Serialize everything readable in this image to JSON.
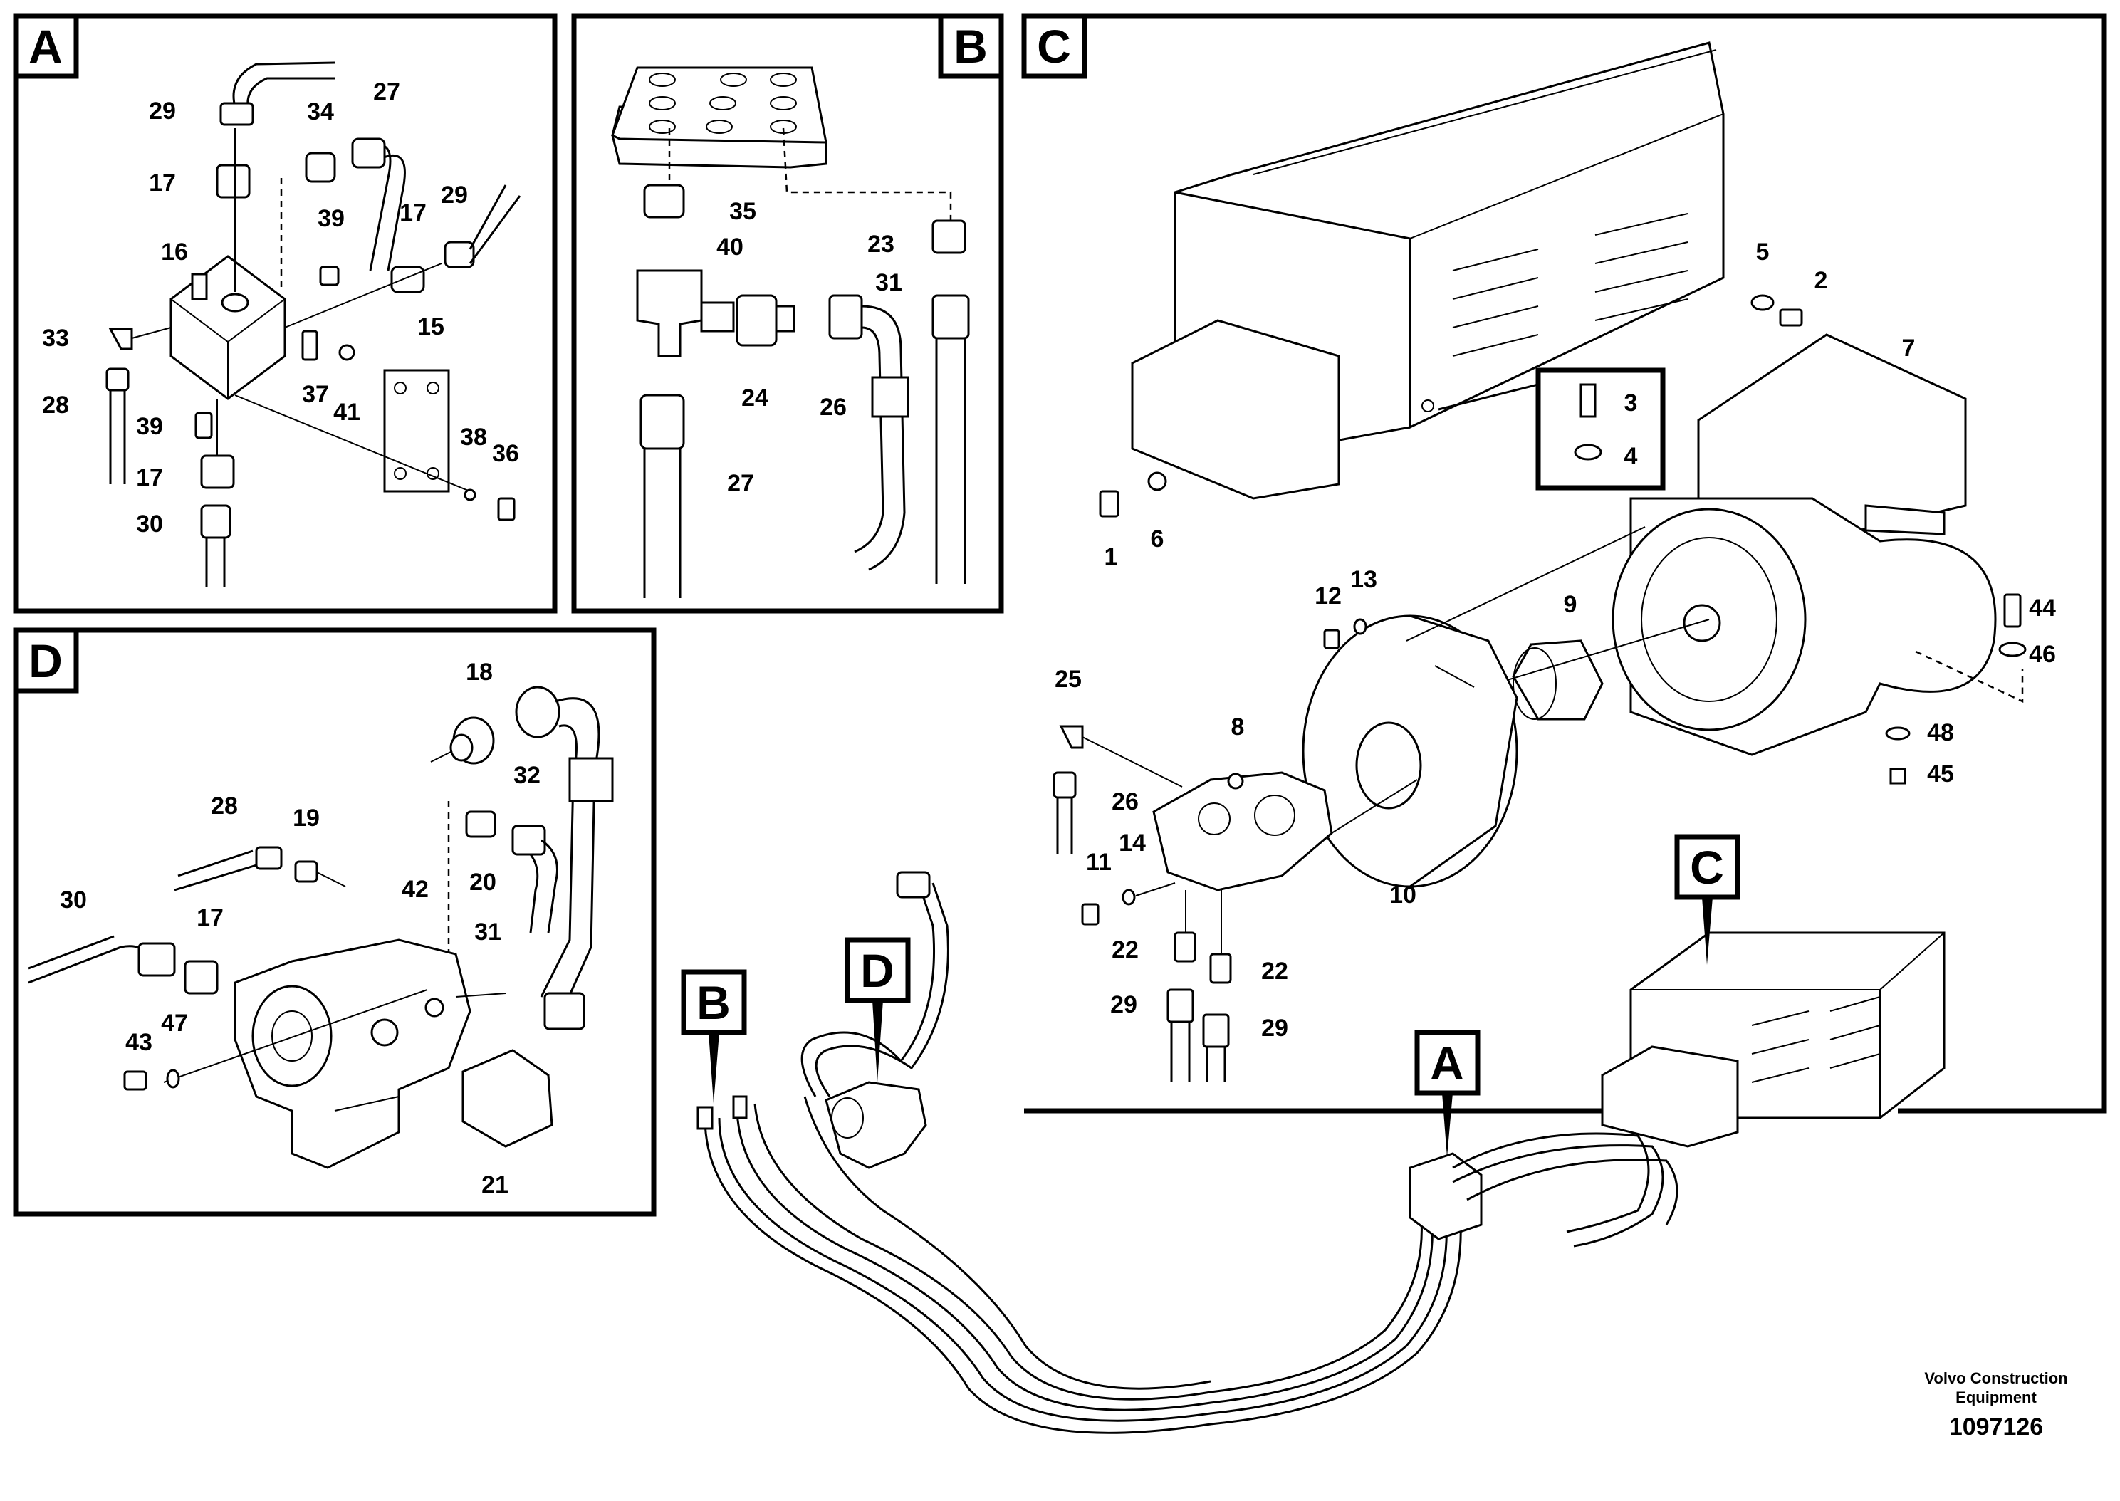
{
  "panels": {
    "A": "A",
    "B": "B",
    "C": "C",
    "D": "D"
  },
  "callouts": {
    "B": "B",
    "D": "D",
    "A": "A",
    "C": "C"
  },
  "parts": {
    "p1": "1",
    "p2": "2",
    "p3": "3",
    "p4": "4",
    "p5": "5",
    "p6": "6",
    "p7": "7",
    "p8": "8",
    "p9": "9",
    "p10": "10",
    "p11": "11",
    "p12": "12",
    "p13": "13",
    "p14": "14",
    "p15": "15",
    "p16": "16",
    "p17a": "17",
    "p17b": "17",
    "p17c": "17",
    "p17d": "17",
    "p18": "18",
    "p19": "19",
    "p20": "20",
    "p21": "21",
    "p22a": "22",
    "p22b": "22",
    "p23": "23",
    "p24": "24",
    "p25": "25",
    "p26a": "26",
    "p26b": "26",
    "p27a": "27",
    "p27b": "27",
    "p28a": "28",
    "p28b": "28",
    "p29a": "29",
    "p29b": "29",
    "p29c": "29",
    "p29d": "29",
    "p30a": "30",
    "p30b": "30",
    "p31a": "31",
    "p31b": "31",
    "p32": "32",
    "p33": "33",
    "p34": "34",
    "p35": "35",
    "p36": "36",
    "p37": "37",
    "p38": "38",
    "p39a": "39",
    "p39b": "39",
    "p40": "40",
    "p41": "41",
    "p42": "42",
    "p43": "43",
    "p44": "44",
    "p45": "45",
    "p46": "46",
    "p47": "47",
    "p48": "48"
  },
  "footer": {
    "line1": "Volvo Construction",
    "line2": "Equipment",
    "number": "1097126"
  }
}
